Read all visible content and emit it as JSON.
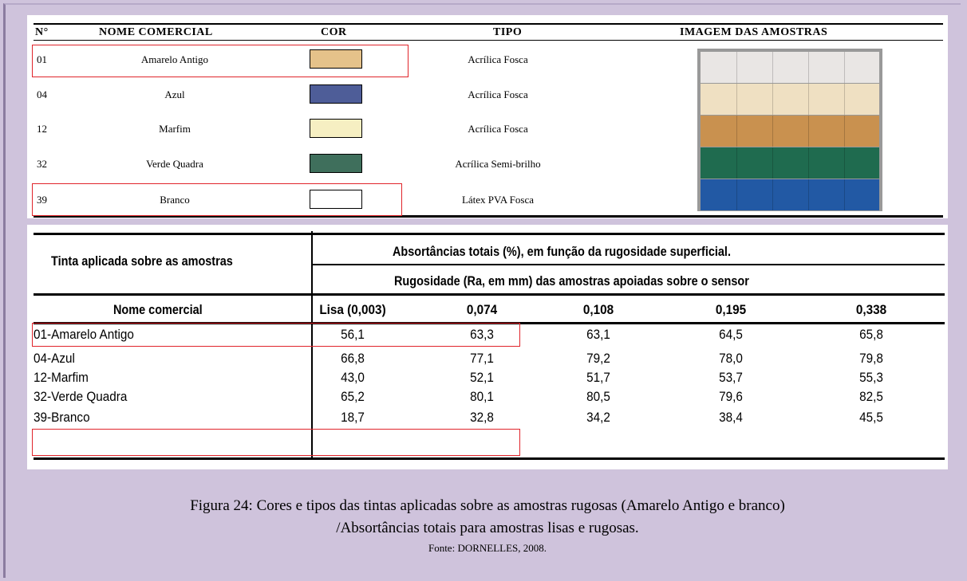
{
  "top_table": {
    "headers": [
      "N°",
      "NOME COMERCIAL",
      "COR",
      "TIPO",
      "IMAGEM DAS AMOSTRAS"
    ],
    "rows": [
      {
        "num": "01",
        "name": "Amarelo Antigo",
        "color": "#e5c28a",
        "type": "Acrílica Fosca"
      },
      {
        "num": "04",
        "name": "Azul",
        "color": "#4e5d98",
        "type": "Acrílica Fosca"
      },
      {
        "num": "12",
        "name": "Marfim",
        "color": "#f6efc2",
        "type": "Acrílica Fosca"
      },
      {
        "num": "32",
        "name": "Verde Quadra",
        "color": "#3f6f5c",
        "type": "Acrílica Semi-brilho"
      },
      {
        "num": "39",
        "name": "Branco",
        "color": "#ffffff",
        "type": "Látex PVA Fosca"
      }
    ],
    "sample_colors": [
      "#e9e6e4",
      "#efe0c2",
      "#c9914f",
      "#1f6b4f",
      "#2259a4"
    ]
  },
  "bottom_table": {
    "col0_header": "Tinta aplicada sobre as amostras",
    "group_header": "Absortâncias totais (%), em função da rugosidade superficial.",
    "sub_header": "Rugosidade (Ra, em mm) das amostras apoiadas sobre o sensor",
    "name_header": "Nome comercial",
    "roughness": [
      "Lisa (0,003)",
      "0,074",
      "0,108",
      "0,195",
      "0,338"
    ],
    "rows": [
      {
        "name": "01-Amarelo Antigo",
        "values": [
          "56,1",
          "63,3",
          "63,1",
          "64,5",
          "65,8"
        ]
      },
      {
        "name": "04-Azul",
        "values": [
          "66,8",
          "77,1",
          "79,2",
          "78,0",
          "79,8"
        ]
      },
      {
        "name": "12-Marfim",
        "values": [
          "43,0",
          "52,1",
          "51,7",
          "53,7",
          "55,3"
        ]
      },
      {
        "name": "32-Verde Quadra",
        "values": [
          "65,2",
          "80,1",
          "80,5",
          "79,6",
          "82,5"
        ]
      },
      {
        "name": "39-Branco",
        "values": [
          "18,7",
          "32,8",
          "34,2",
          "38,4",
          "45,5"
        ]
      }
    ]
  },
  "caption": {
    "line1": "Figura 24: Cores e tipos das tintas aplicadas sobre as amostras rugosas (Amarelo Antigo e branco)",
    "line2": "/Absortâncias totais para amostras lisas e rugosas.",
    "source": "Fonte: DORNELLES, 2008."
  },
  "colors": {
    "background": "#cfc3dc",
    "highlight": "#e0242a"
  }
}
